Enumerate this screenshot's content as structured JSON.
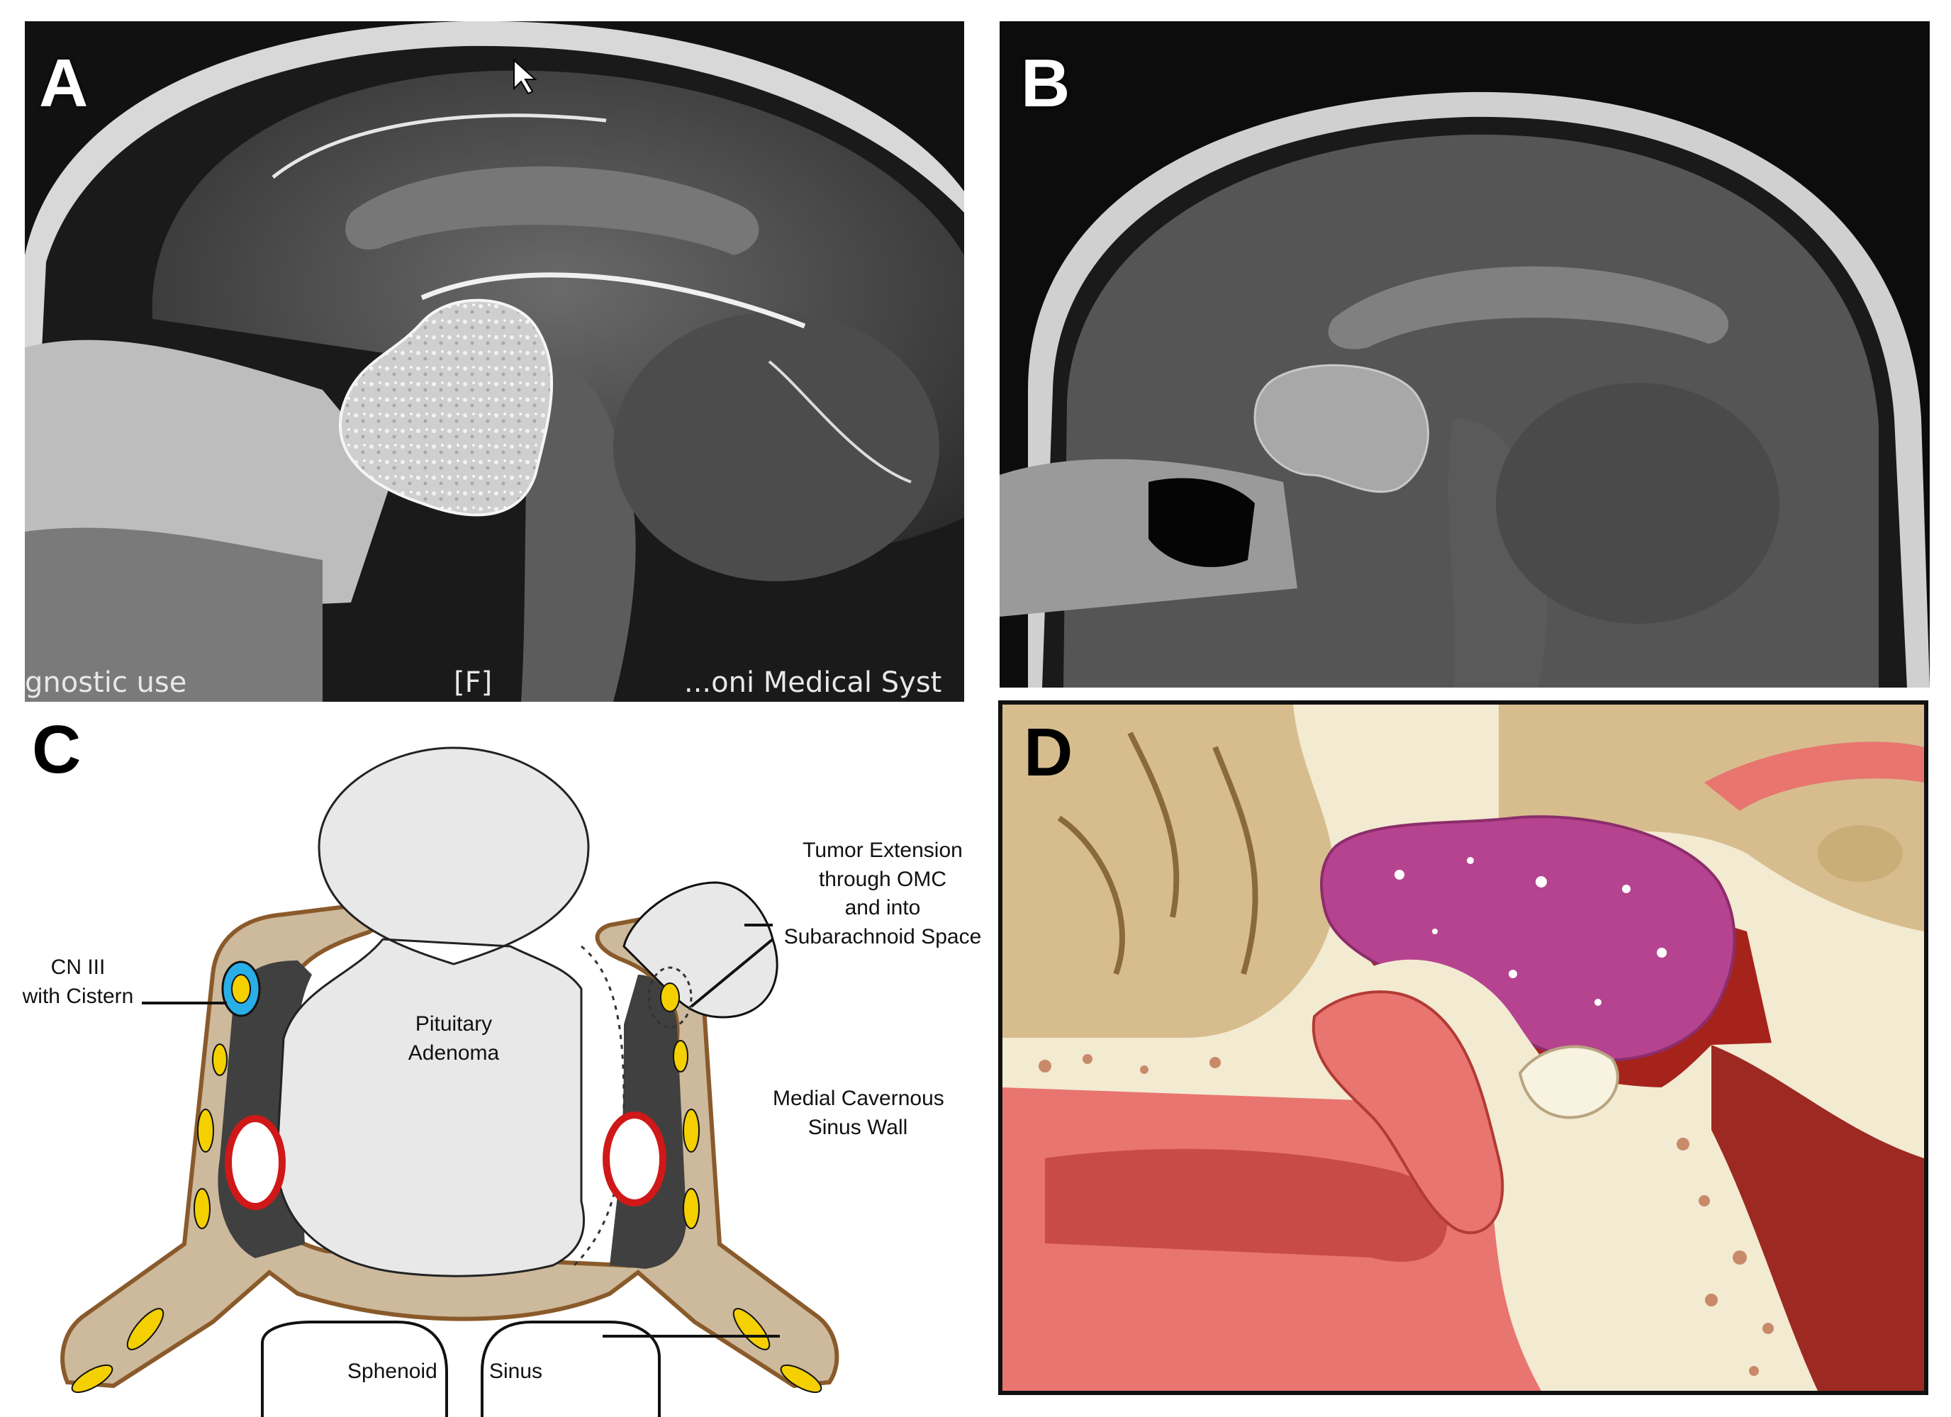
{
  "panels": {
    "a": {
      "label": "A",
      "footer": {
        "left": "gnostic use",
        "center": "[F]",
        "right": "...oni Medical Syst"
      }
    },
    "b": {
      "label": "B"
    },
    "c": {
      "label": "C",
      "labels": {
        "cn3_line1": "CN III",
        "cn3_line2": "with Cistern",
        "adenoma_line1": "Pituitary",
        "adenoma_line2": "Adenoma",
        "ext_line1": "Tumor Extension",
        "ext_line2": "through OMC",
        "ext_line3": "and into",
        "ext_line4": "Subarachnoid Space",
        "wall_line1": "Medial Cavernous",
        "wall_line2": "Sinus Wall",
        "sphenoid": "Sphenoid",
        "sinus": "Sinus"
      }
    },
    "d": {
      "label": "D"
    }
  },
  "colors": {
    "tumor_mri": "#cfcfcf",
    "dura": "#b08a5e",
    "cavernous_fill": "#404040",
    "carotid_ring": "#d01818",
    "cn3_cistern": "#2aaee8",
    "nerve": "#f5d000",
    "tumor_schematic": "#e8e8e8",
    "adenoma_illustration": "#b5438f",
    "bone_illustration": "#f3ead2",
    "sinus_illustration": "#e87570",
    "brain_illustration": "#d7bd8e"
  }
}
